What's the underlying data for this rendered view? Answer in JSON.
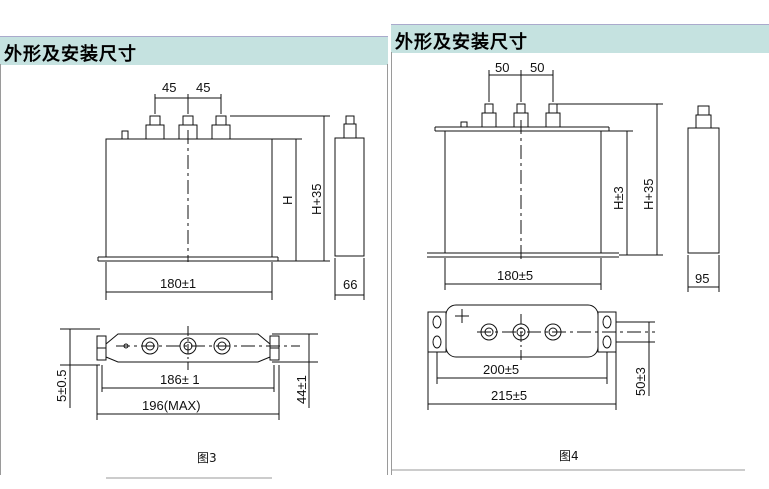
{
  "header_title": "外形及安装尺寸",
  "fig3": {
    "dim_spacing_a": "45",
    "dim_spacing_b": "45",
    "dim_H": "H",
    "dim_H35": "H+35",
    "dim_width": "180±1",
    "dim_depth": "66",
    "dim_slot": "5±0.5",
    "dim_mount": "186± 1",
    "dim_max": "196(MAX)",
    "dim_height_plate": "44±1",
    "caption": "图3"
  },
  "fig4": {
    "dim_spacing_a": "50",
    "dim_spacing_b": "50",
    "dim_H3": "H±3",
    "dim_H35": "H+35",
    "dim_width": "180±5",
    "dim_depth": "95",
    "dim_mount": "200±5",
    "dim_total": "215±5",
    "dim_height_plate": "50±3",
    "caption": "图4"
  }
}
